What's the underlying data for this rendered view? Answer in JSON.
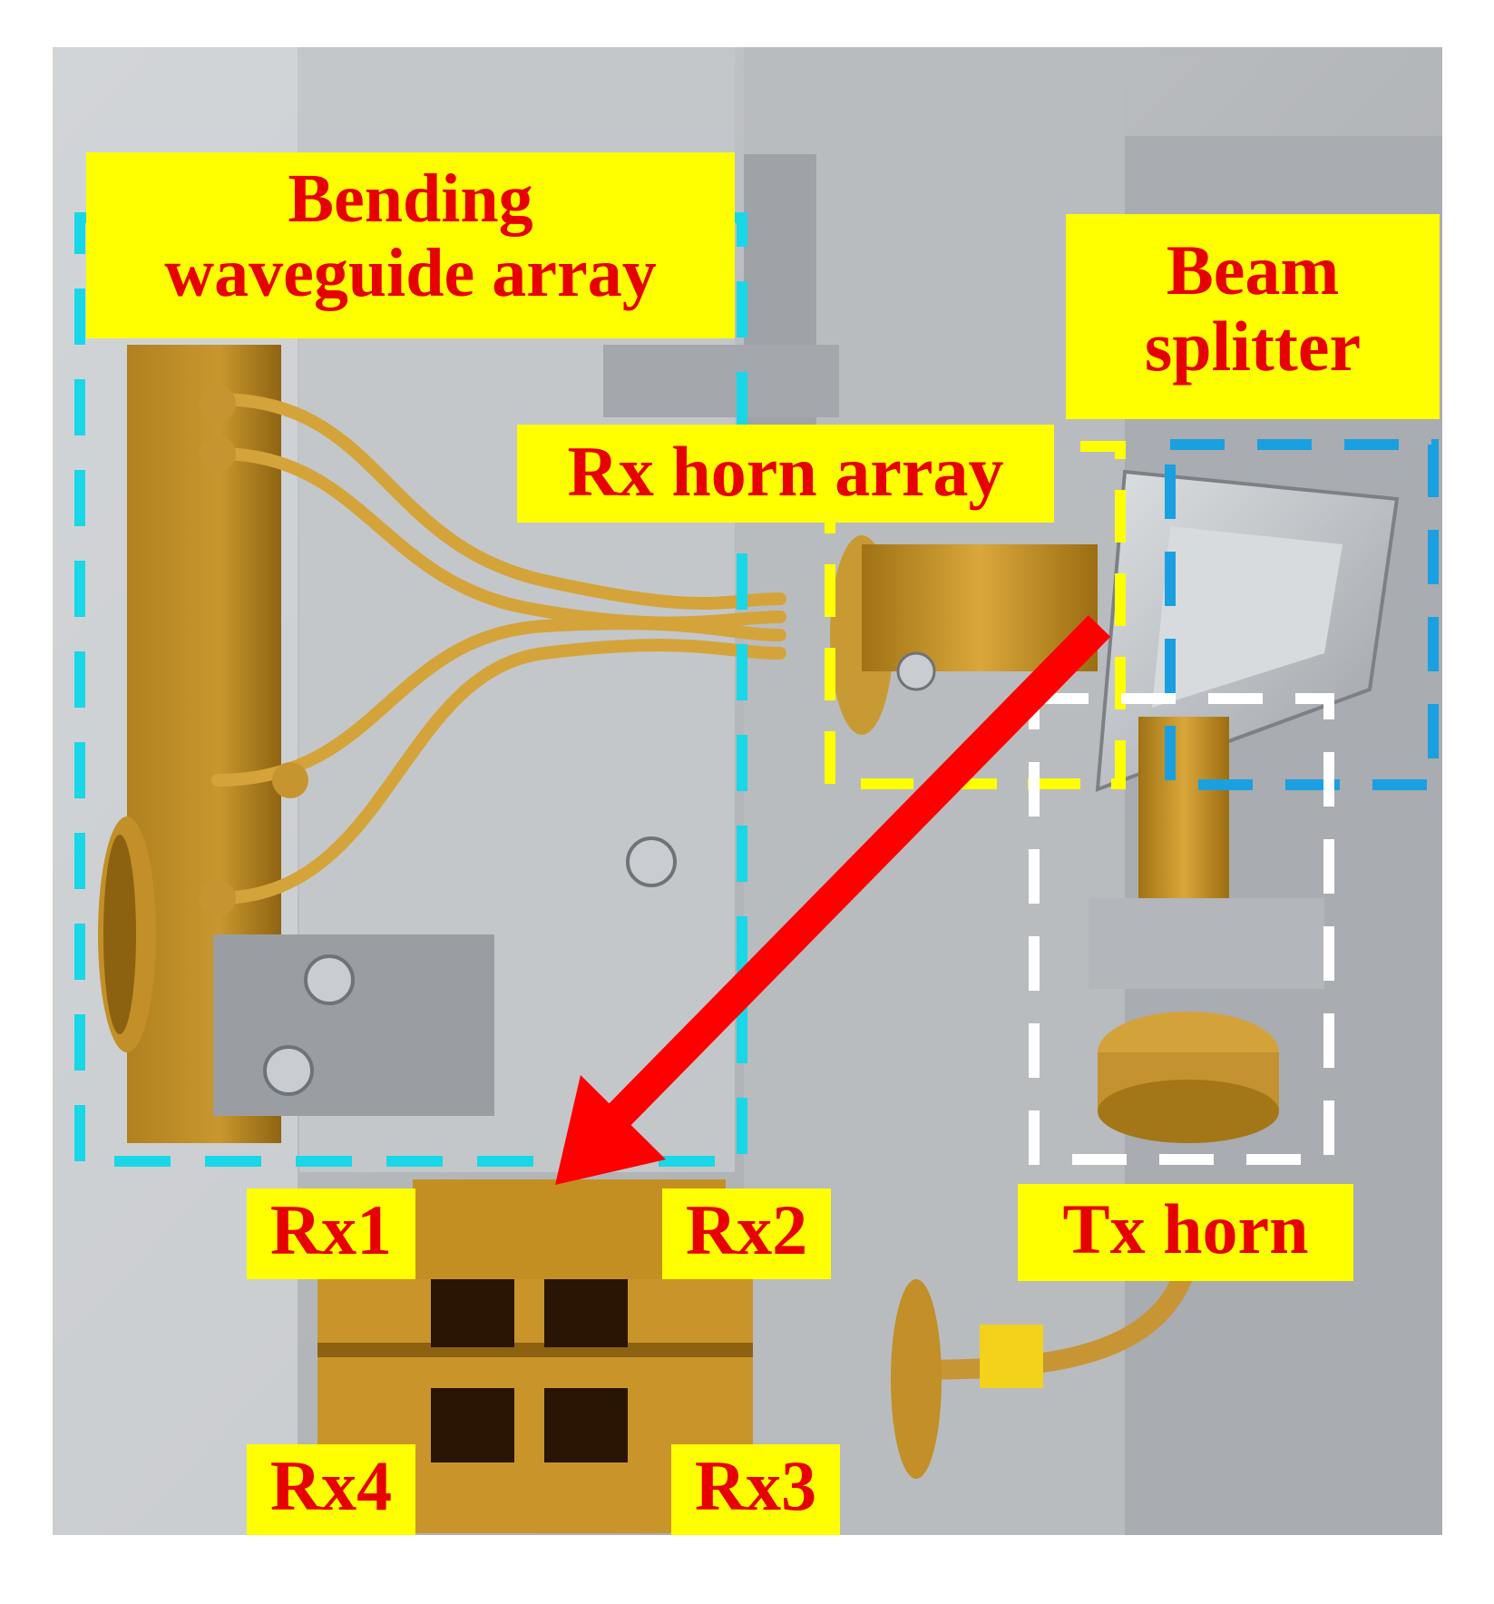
{
  "labels": {
    "bending_line1": "Bending",
    "bending_line2": "waveguide array",
    "beam_line1": "Beam",
    "beam_line2": "splitter",
    "rx_horn": "Rx horn array",
    "tx_horn": "Tx horn",
    "rx1": "Rx1",
    "rx2": "Rx2",
    "rx3": "Rx3",
    "rx4": "Rx4"
  },
  "colors": {
    "label_background": "#ffff00",
    "label_text": "#e60000",
    "bending_box": "#19d7e6",
    "beam_box": "#1aa0e0",
    "rx_horn_box": "#ffff00",
    "tx_horn_box": "#ffffff",
    "arrow": "#ff0000"
  }
}
